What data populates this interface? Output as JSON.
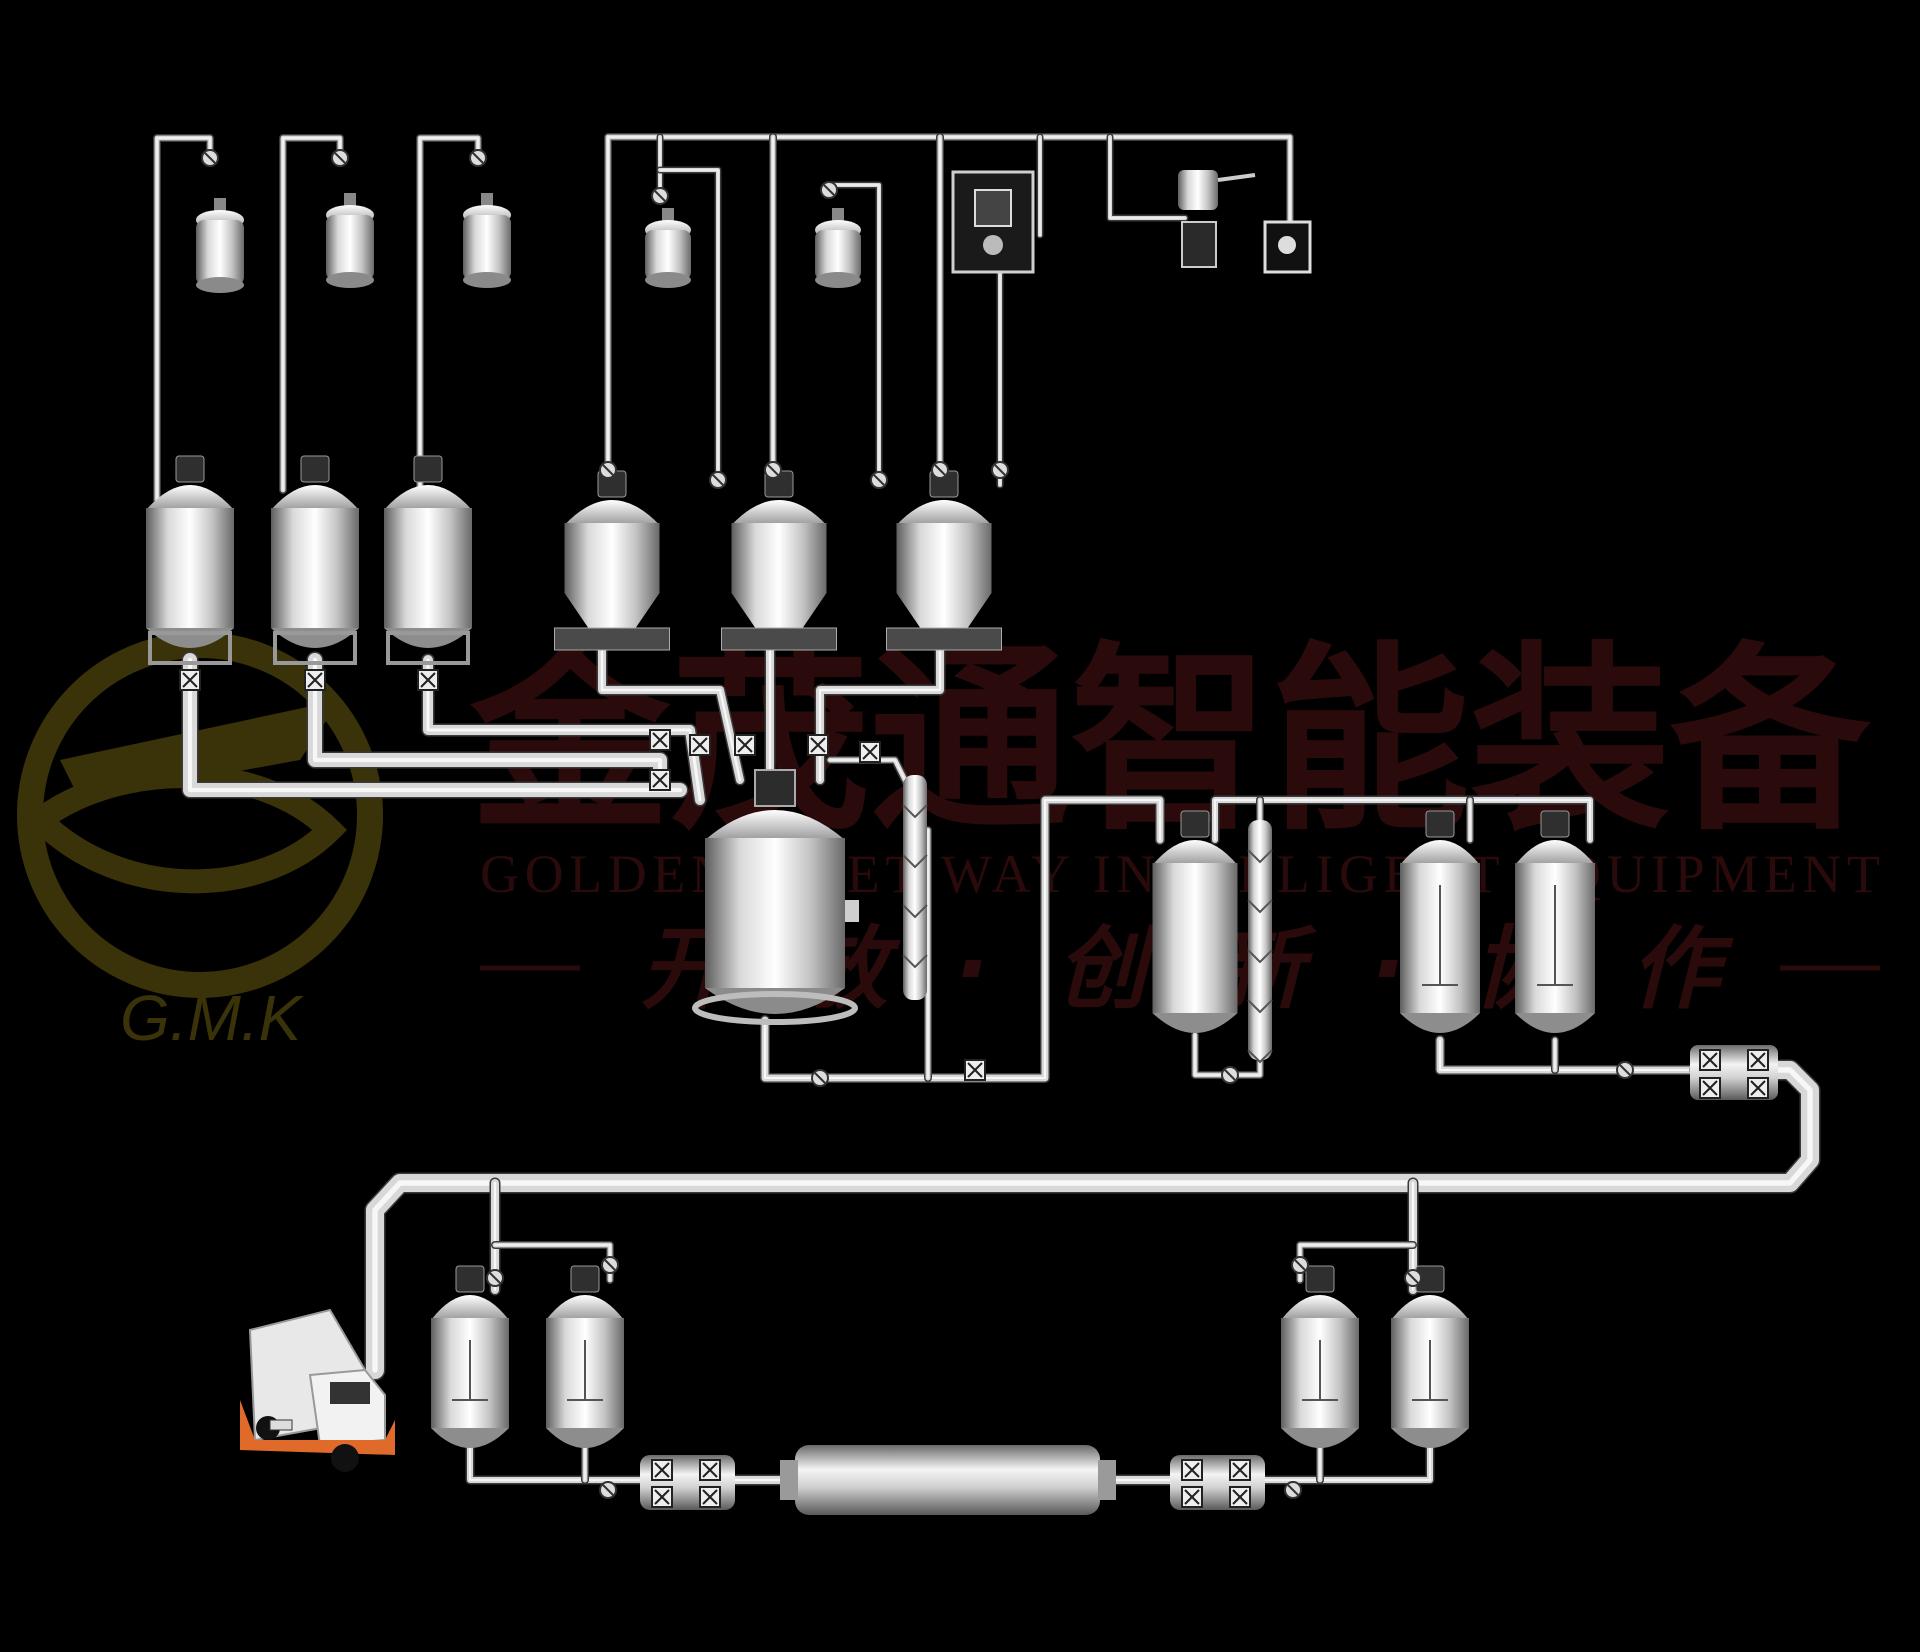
{
  "watermark": {
    "logo_text": "G.M.K",
    "title_cn": "金茂通智能装备",
    "title_en": "GOLDEN MEET WAY INTELLIGENT EQUIPMENT",
    "slogan_cn": "开 放 · 创 新 · 协 作",
    "logo_color": "#3a3208",
    "title_color": "#2a0a0a"
  },
  "palette": {
    "background": "#000000",
    "steel_light": "#f2f2f2",
    "steel_mid": "#b9b9b9",
    "steel_dark": "#6e6e6e",
    "truck_accent": "#e06a2a"
  },
  "diagram": {
    "reservoirs": [
      {
        "id": "r1"
      },
      {
        "id": "r2"
      },
      {
        "id": "r3"
      },
      {
        "id": "r4"
      },
      {
        "id": "r5"
      }
    ],
    "feed_tanks": [
      {
        "id": "ft1"
      },
      {
        "id": "ft2"
      },
      {
        "id": "ft3"
      }
    ],
    "hoppers": [
      {
        "id": "hp1"
      },
      {
        "id": "hp2"
      },
      {
        "id": "hp3"
      }
    ],
    "accessories": [
      {
        "id": "pump-panel",
        "icon": "pump-icon"
      },
      {
        "id": "vacuum-unit",
        "icon": "vacuum-pump-icon"
      },
      {
        "id": "control-box",
        "icon": "controller-icon"
      }
    ],
    "reactor": {
      "id": "main-reactor"
    },
    "columns": [
      {
        "id": "col1"
      },
      {
        "id": "col2"
      }
    ],
    "mid_tanks": [
      {
        "id": "mt1"
      },
      {
        "id": "mt2"
      },
      {
        "id": "mt3"
      }
    ],
    "bottom_tanks": [
      {
        "id": "bt1"
      },
      {
        "id": "bt2"
      },
      {
        "id": "bt3"
      },
      {
        "id": "bt4"
      }
    ],
    "heat_exchanger": {
      "id": "horizontal-heat-exchanger"
    },
    "filter_units": [
      {
        "id": "filter-left"
      },
      {
        "id": "filter-right"
      },
      {
        "id": "filter-top-right"
      }
    ],
    "vehicle": {
      "id": "tanker-truck",
      "icon": "truck-icon"
    }
  }
}
